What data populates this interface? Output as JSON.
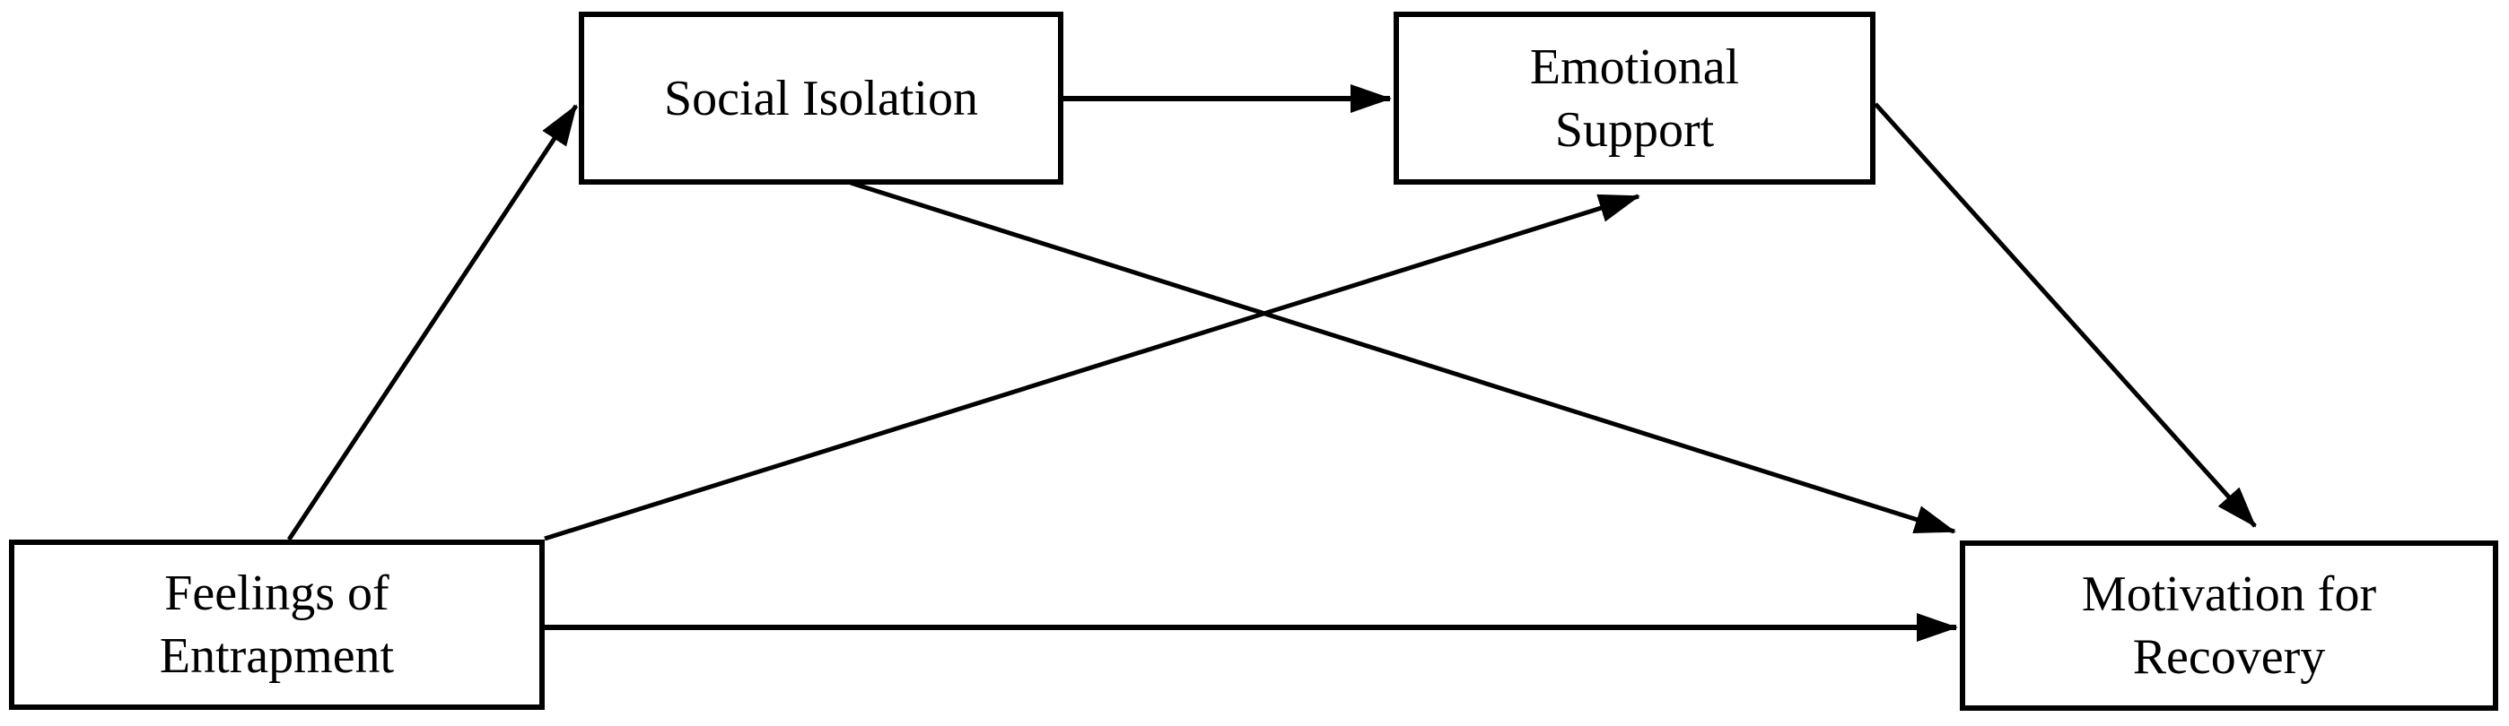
{
  "diagram": {
    "type": "path-model",
    "background_color": "#ffffff",
    "stroke_color": "#000000",
    "nodes": [
      {
        "id": "feelings_of_entrapment",
        "label": "Feelings of\nEntrapment"
      },
      {
        "id": "social_isolation",
        "label": "Social Isolation"
      },
      {
        "id": "emotional_support",
        "label": "Emotional\nSupport"
      },
      {
        "id": "motivation_for_recovery",
        "label": "Motivation for\nRecovery"
      }
    ],
    "edges": [
      {
        "from": "feelings_of_entrapment",
        "to": "social_isolation"
      },
      {
        "from": "social_isolation",
        "to": "emotional_support"
      },
      {
        "from": "feelings_of_entrapment",
        "to": "emotional_support"
      },
      {
        "from": "social_isolation",
        "to": "motivation_for_recovery"
      },
      {
        "from": "emotional_support",
        "to": "motivation_for_recovery"
      },
      {
        "from": "feelings_of_entrapment",
        "to": "motivation_for_recovery"
      }
    ]
  }
}
